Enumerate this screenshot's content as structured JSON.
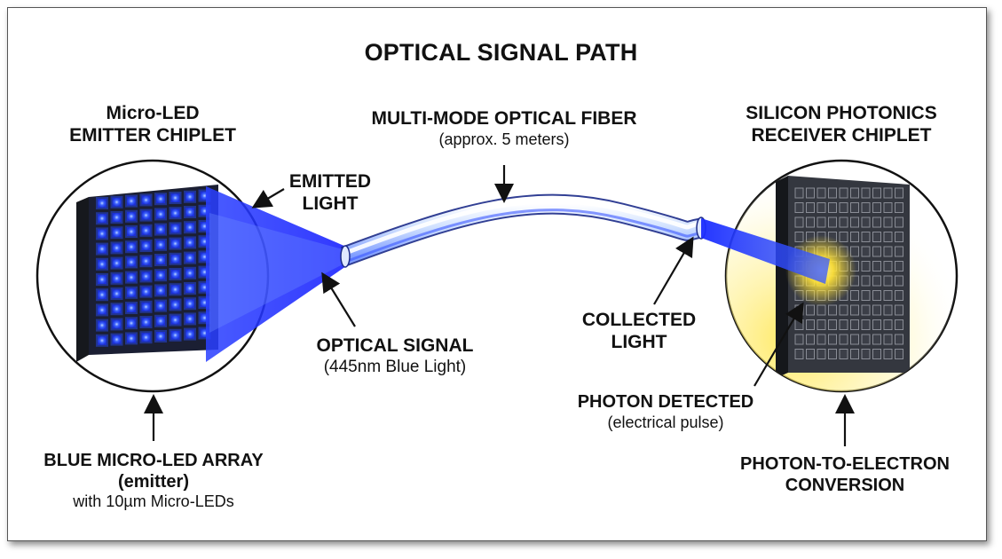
{
  "title": "OPTICAL SIGNAL PATH",
  "emitter": {
    "heading_line1": "Micro-LED",
    "heading_line2": "EMITTER CHIPLET",
    "array_label_line1": "BLUE MICRO-LED ARRAY",
    "array_label_line2": "(emitter)",
    "array_label_line3": "with 10µm Micro-LEDs"
  },
  "emitted_light": {
    "line1": "EMITTED",
    "line2": "LIGHT"
  },
  "fiber": {
    "label": "MULTI-MODE OPTICAL FIBER",
    "sublabel": "(approx. 5 meters)"
  },
  "optical_signal": {
    "label": "OPTICAL SIGNAL",
    "sublabel": "(445nm Blue Light)"
  },
  "collected_light": {
    "line1": "COLLECTED",
    "line2": "LIGHT"
  },
  "receiver": {
    "heading_line1": "SILICON PHOTONICS",
    "heading_line2": "RECEIVER CHIPLET",
    "photon_detected": "PHOTON DETECTED",
    "photon_detected_sub": "(electrical pulse)",
    "conversion_line1": "PHOTON-TO-ELECTRON",
    "conversion_line2": "CONVERSION"
  },
  "colors": {
    "led_blue": "#2a4dff",
    "beam_blue": "#1a2cff",
    "detect_yellow": "#ffe23a",
    "chip_dark": "#2b2e36"
  },
  "icons": [
    "arrow-icon"
  ]
}
